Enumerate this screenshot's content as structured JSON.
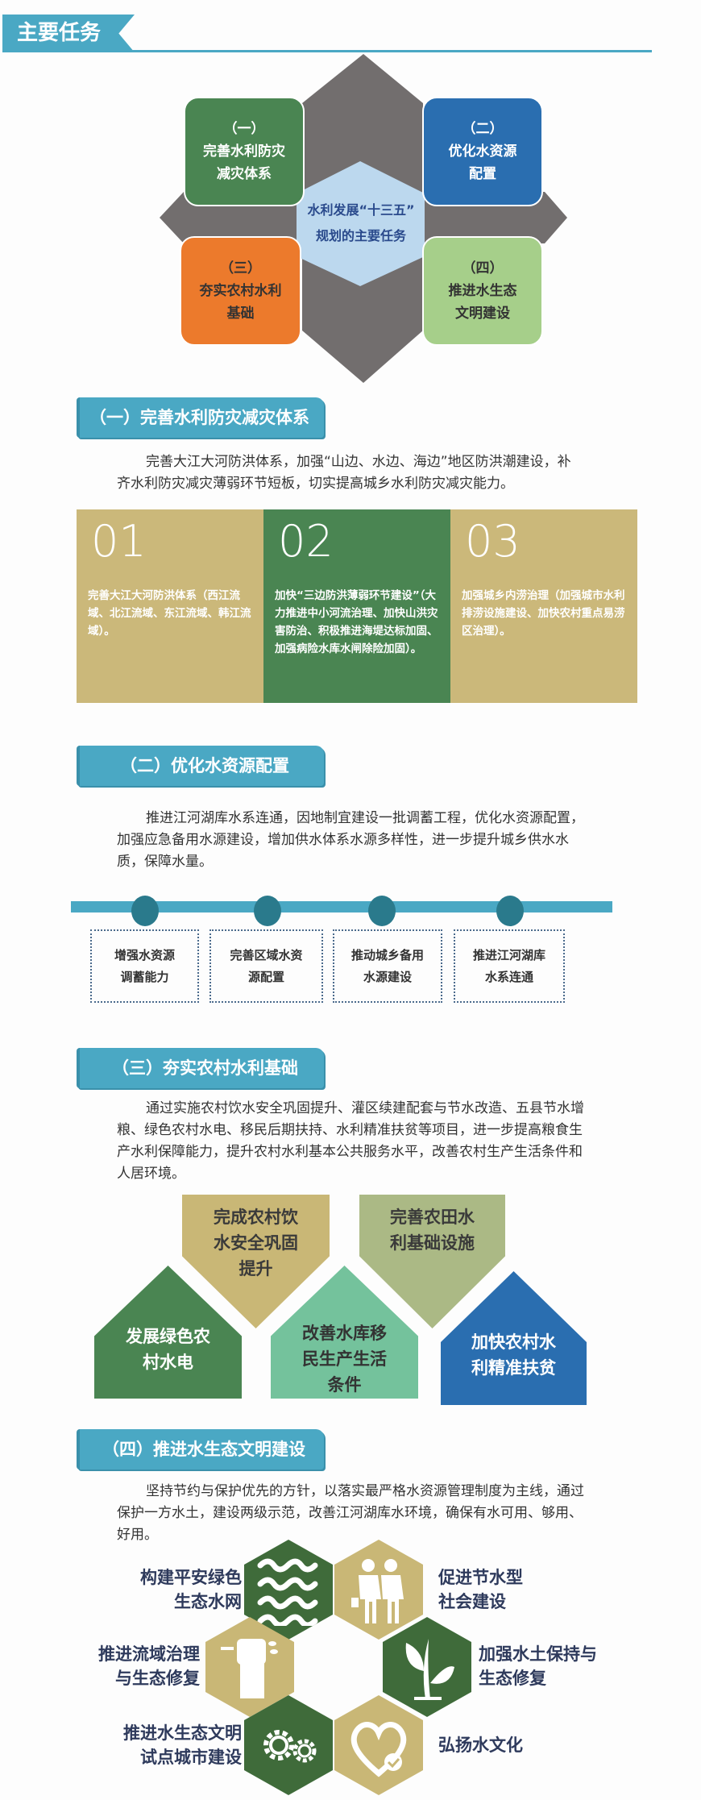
{
  "header": {
    "title": "主要任务"
  },
  "overview": {
    "center": [
      "水利发展“十三五”",
      "规划的主要任务"
    ],
    "boxes": [
      {
        "num": "（一）",
        "lines": [
          "完善水利防灾",
          "减灾体系"
        ],
        "color": "#4a8552"
      },
      {
        "num": "（二）",
        "lines": [
          "优化水资源",
          "配置"
        ],
        "color": "#2a6eb0"
      },
      {
        "num": "（三）",
        "lines": [
          "夯实农村水利",
          "基础"
        ],
        "color": "#ec7a2c"
      },
      {
        "num": "（四）",
        "lines": [
          "推进水生态",
          "文明建设"
        ],
        "color": "#a6cf8a"
      }
    ]
  },
  "s1": {
    "title": "（一）完善水利防灾减灾体系",
    "para": "完善大江大河防洪体系，加强“山边、水边、海边”地区防洪潮建设，补齐水利防灾减灾薄弱环节短板，切实提高城乡水利防灾减灾能力。",
    "cards": [
      {
        "num": "01",
        "text": "完善大江大河防洪体系（西江流域、北江流域、东江流域、韩江流域）。"
      },
      {
        "num": "02",
        "text": "加快“三边防洪薄弱环节建设”（大力推进中小河流治理、加快山洪灾害防治、积极推进海堤达标加固、加强病险水库水闸除险加固）。"
      },
      {
        "num": "03",
        "text": "加强城乡内涝治理（加强城市水利排涝设施建设、加快农村重点易涝区治理）。"
      }
    ]
  },
  "s2": {
    "title": "（二）优化水资源配置",
    "para": "推进江河湖库水系连通，因地制宜建设一批调蓄工程，优化水资源配置，加强应急备用水源建设，增加供水体系水源多样性，进一步提升城乡供水水质，保障水量。",
    "items": [
      [
        "增强水资源",
        "调蓄能力"
      ],
      [
        "完善区域水资",
        "源配置"
      ],
      [
        "推动城乡备用",
        "水源建设"
      ],
      [
        "推进江河湖库",
        "水系连通"
      ]
    ]
  },
  "s3": {
    "title": "（三）夯实农村水利基础",
    "para": "通过实施农村饮水安全巩固提升、灌区续建配套与节水改造、五县节水增粮、绿色农村水电、移民后期扶持、水利精准扶贫等项目，进一步提高粮食生产水利保障能力，提升农村水利基本公共服务水平，改善农村生产生活条件和人居环境。",
    "items": [
      [
        "完成农村饮",
        "水安全巩固",
        "提升"
      ],
      [
        "完善农田水",
        "利基础设施"
      ],
      [
        "发展绿色农",
        "村水电"
      ],
      [
        "改善水库移",
        "民生产生活",
        "条件"
      ],
      [
        "加快农村水",
        "利精准扶贫"
      ]
    ]
  },
  "s4": {
    "title": "（四）推进水生态文明建设",
    "para": "坚持节约与保护优先的方针，以落实最严格水资源管理制度为主线，通过保护一方水土，建设两级示范，改善江河湖库水环境，确保有水可用、够用、好用。",
    "items": [
      [
        "构建平安绿色",
        "生态水网"
      ],
      [
        "促进节水型",
        "社会建设"
      ],
      [
        "推进流域治理",
        "与生态修复"
      ],
      [
        "加强水土保持与",
        "生态修复"
      ],
      [
        "推进水生态文明",
        "试点城市建设"
      ],
      [
        "弘扬水文化"
      ]
    ]
  }
}
